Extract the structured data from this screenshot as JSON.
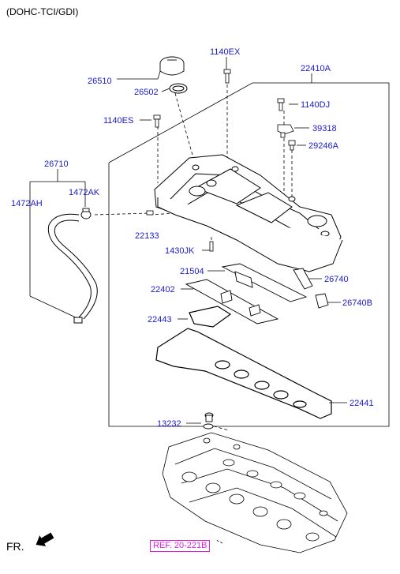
{
  "header": {
    "variant": "(DOHC-TCI/GDI)"
  },
  "callouts": {
    "c1140EX": "1140EX",
    "c22410A": "22410A",
    "c26510": "26510",
    "c26502": "26502",
    "c1140DJ": "1140DJ",
    "c1140ES": "1140ES",
    "c39318": "39318",
    "c29246A": "29246A",
    "c26710": "26710",
    "c1472AK": "1472AK",
    "c1472AH": "1472AH",
    "c22133": "22133",
    "c1430JK": "1430JK",
    "c21504": "21504",
    "c26740": "26740",
    "c22402": "22402",
    "c26740B": "26740B",
    "c22443": "22443",
    "c22441": "22441",
    "c13232": "13232"
  },
  "reference": {
    "label": "REF. 20-221B"
  },
  "direction": {
    "label": "FR."
  },
  "colors": {
    "callout": "#1a1acc",
    "reference": "#e020e0",
    "line": "#000000"
  }
}
